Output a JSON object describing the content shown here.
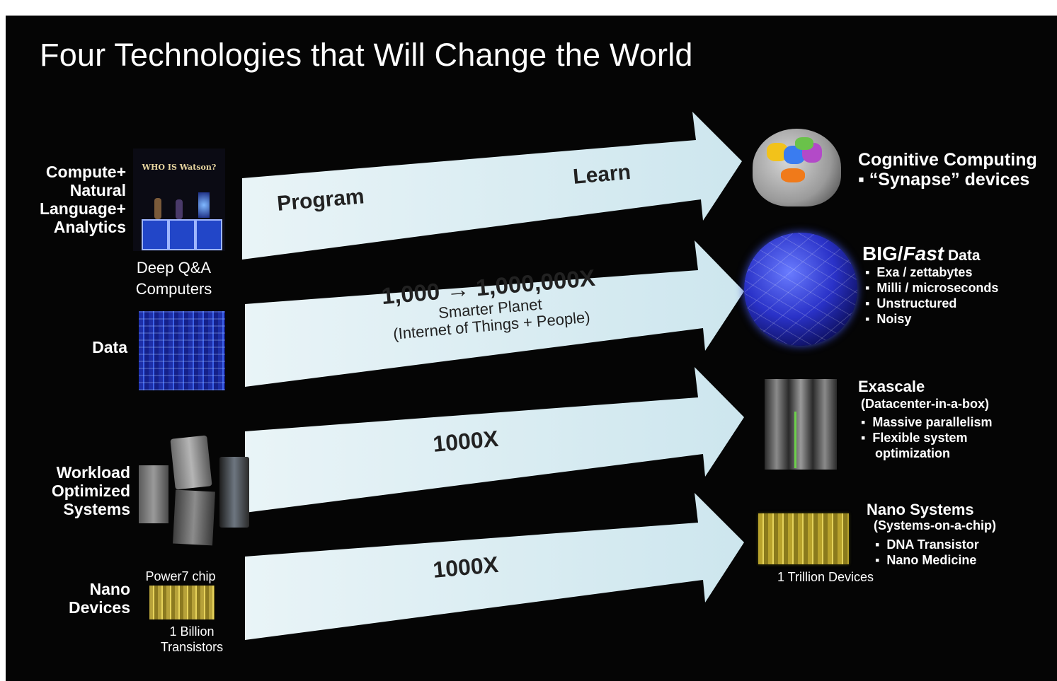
{
  "title": "Four Technologies that Will Change the World",
  "left": {
    "row1_label": [
      "Compute+",
      "Natural",
      "Language+",
      "Analytics"
    ],
    "row1_caption": [
      "Deep Q&A",
      "Computers"
    ],
    "row1_screen_text": "WHO IS Watson?",
    "row2_label": "Data",
    "row3_label": [
      "Workload",
      "Optimized",
      "Systems"
    ],
    "row4_label": [
      "Nano",
      "Devices"
    ],
    "chip_caption_top": "Power7 chip",
    "chip_caption_bottom": [
      "1 Billion",
      "Transistors"
    ]
  },
  "arrows": {
    "a1_left": "Program",
    "a1_right": "Learn",
    "a2_main": "1,000 → 1,000,000X",
    "a2_sub1": "Smarter Planet",
    "a2_sub2": "(Internet of Things + People)",
    "a3_main": "1000X",
    "a4_main": "1000X"
  },
  "right": {
    "cog_title": "Cognitive Computing",
    "cog_sub": "▪ “Synapse” devices",
    "big_title_big": "BIG/",
    "big_title_fast": "Fast",
    "big_title_data": " Data",
    "big_items": [
      "Exa / zettabytes",
      "Milli / microseconds",
      "Unstructured",
      "Noisy"
    ],
    "exa_title": "Exascale",
    "exa_sub": "(Datacenter-in-a-box)",
    "exa_items": [
      "Massive parallelism",
      "Flexible system",
      "optimization"
    ],
    "nano_title": "Nano Systems",
    "nano_sub": "(Systems-on-a-chip)",
    "nano_items": [
      "DNA Transistor",
      "Nano Medicine"
    ],
    "nano_caption": "1 Trillion  Devices"
  },
  "colors": {
    "background": "#050505",
    "arrow_fill": "#dff0f5",
    "text": "#ffffff"
  }
}
